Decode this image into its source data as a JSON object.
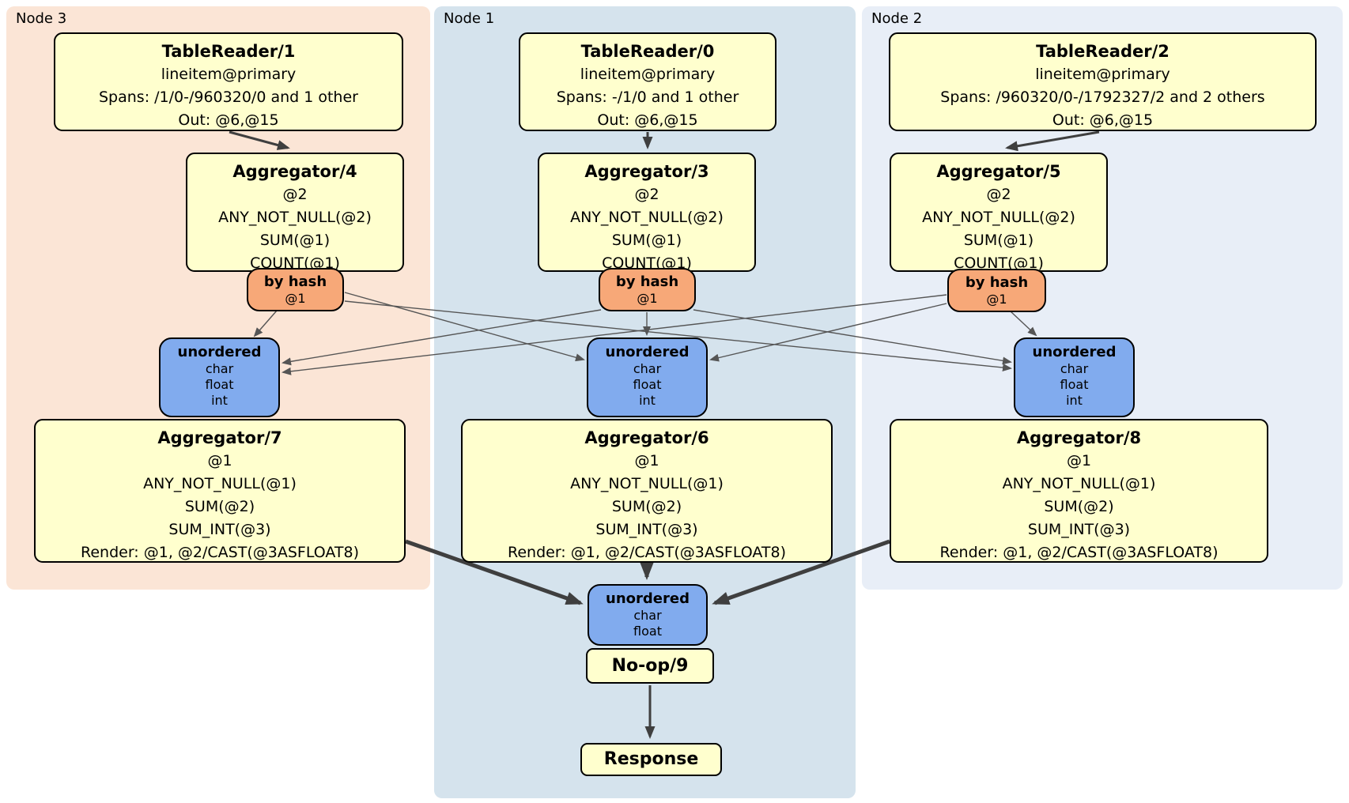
{
  "colors": {
    "node3_bg": "#fbe5d6",
    "node1_bg": "#d5e3ed",
    "node2_bg": "#e8eef7",
    "processor_bg": "#ffffce",
    "router_bg": "#f7a878",
    "sync_bg": "#81abee",
    "edge_thin": "#555555",
    "edge_thick": "#3f3f3f"
  },
  "groups": [
    {
      "label": "Node 3",
      "tablereader": {
        "title": "TableReader/1",
        "index": "lineitem@primary",
        "spans": "Spans: /1/0-/960320/0 and 1 other",
        "out": "Out: @6,@15"
      },
      "aggregator_top": {
        "title": "Aggregator/4",
        "rows": [
          "@2",
          "ANY_NOT_NULL(@2)",
          "SUM(@1)",
          "COUNT(@1)"
        ]
      },
      "router": {
        "label": "by hash",
        "detail": "@1"
      },
      "synchronizer": {
        "label": "unordered",
        "streams": [
          "char",
          "float",
          "int"
        ]
      },
      "aggregator_bottom": {
        "title": "Aggregator/7",
        "rows": [
          "@1",
          "ANY_NOT_NULL(@1)",
          "SUM(@2)",
          "SUM_INT(@3)",
          "Render: @1, @2/CAST(@3ASFLOAT8)"
        ]
      }
    },
    {
      "label": "Node 1",
      "tablereader": {
        "title": "TableReader/0",
        "index": "lineitem@primary",
        "spans": "Spans: -/1/0 and 1 other",
        "out": "Out: @6,@15"
      },
      "aggregator_top": {
        "title": "Aggregator/3",
        "rows": [
          "@2",
          "ANY_NOT_NULL(@2)",
          "SUM(@1)",
          "COUNT(@1)"
        ]
      },
      "router": {
        "label": "by hash",
        "detail": "@1"
      },
      "synchronizer": {
        "label": "unordered",
        "streams": [
          "char",
          "float",
          "int"
        ]
      },
      "aggregator_bottom": {
        "title": "Aggregator/6",
        "rows": [
          "@1",
          "ANY_NOT_NULL(@1)",
          "SUM(@2)",
          "SUM_INT(@3)",
          "Render: @1, @2/CAST(@3ASFLOAT8)"
        ]
      }
    },
    {
      "label": "Node 2",
      "tablereader": {
        "title": "TableReader/2",
        "index": "lineitem@primary",
        "spans": "Spans: /960320/0-/1792327/2 and 2 others",
        "out": "Out: @6,@15"
      },
      "aggregator_top": {
        "title": "Aggregator/5",
        "rows": [
          "@2",
          "ANY_NOT_NULL(@2)",
          "SUM(@1)",
          "COUNT(@1)"
        ]
      },
      "router": {
        "label": "by hash",
        "detail": "@1"
      },
      "synchronizer": {
        "label": "unordered",
        "streams": [
          "char",
          "float",
          "int"
        ]
      },
      "aggregator_bottom": {
        "title": "Aggregator/8",
        "rows": [
          "@1",
          "ANY_NOT_NULL(@1)",
          "SUM(@2)",
          "SUM_INT(@3)",
          "Render: @1, @2/CAST(@3ASFLOAT8)"
        ]
      }
    }
  ],
  "final": {
    "synchronizer": {
      "label": "unordered",
      "streams": [
        "char",
        "float"
      ]
    },
    "noop": {
      "title": "No-op/9"
    },
    "response": {
      "title": "Response"
    }
  },
  "edges": [
    {
      "from": "TableReader/1",
      "to": "Aggregator/4"
    },
    {
      "from": "TableReader/0",
      "to": "Aggregator/3"
    },
    {
      "from": "TableReader/2",
      "to": "Aggregator/5"
    },
    {
      "from": "by hash (Node 3)",
      "to": "unordered (Node 3)"
    },
    {
      "from": "by hash (Node 3)",
      "to": "unordered (Node 1)"
    },
    {
      "from": "by hash (Node 3)",
      "to": "unordered (Node 2)"
    },
    {
      "from": "by hash (Node 1)",
      "to": "unordered (Node 3)"
    },
    {
      "from": "by hash (Node 1)",
      "to": "unordered (Node 1)"
    },
    {
      "from": "by hash (Node 1)",
      "to": "unordered (Node 2)"
    },
    {
      "from": "by hash (Node 2)",
      "to": "unordered (Node 3)"
    },
    {
      "from": "by hash (Node 2)",
      "to": "unordered (Node 1)"
    },
    {
      "from": "by hash (Node 2)",
      "to": "unordered (Node 2)"
    },
    {
      "from": "Aggregator/7",
      "to": "final unordered"
    },
    {
      "from": "Aggregator/6",
      "to": "final unordered"
    },
    {
      "from": "Aggregator/8",
      "to": "final unordered"
    },
    {
      "from": "No-op/9",
      "to": "Response"
    }
  ]
}
